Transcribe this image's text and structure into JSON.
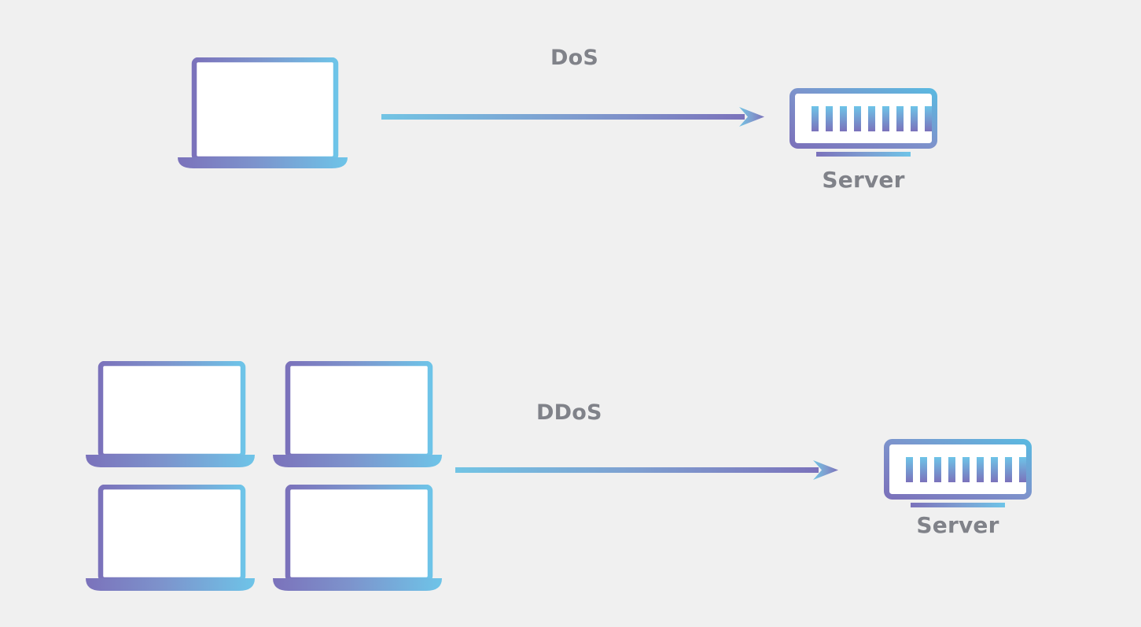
{
  "diagram": {
    "title_top": "DoS",
    "title_bottom": "DDoS",
    "background_color": "#f0f0f0",
    "label_color": "#808289",
    "gradient": {
      "purple": "#7b72bb",
      "periwinkle": "#7b85c4",
      "blue": "#6ec4e8",
      "light_blue": "#72c4e4"
    },
    "sections": [
      {
        "name": "dos",
        "attack_label": "DoS",
        "client_count": 1,
        "server_label": "Server",
        "server_bar_count": 9
      },
      {
        "name": "ddos",
        "attack_label": "DDoS",
        "client_count": 4,
        "server_label": "Server",
        "server_bar_count": 9
      }
    ],
    "icons": {
      "laptop": "laptop-icon",
      "server": "server-icon",
      "arrow": "arrow-right-icon"
    }
  }
}
